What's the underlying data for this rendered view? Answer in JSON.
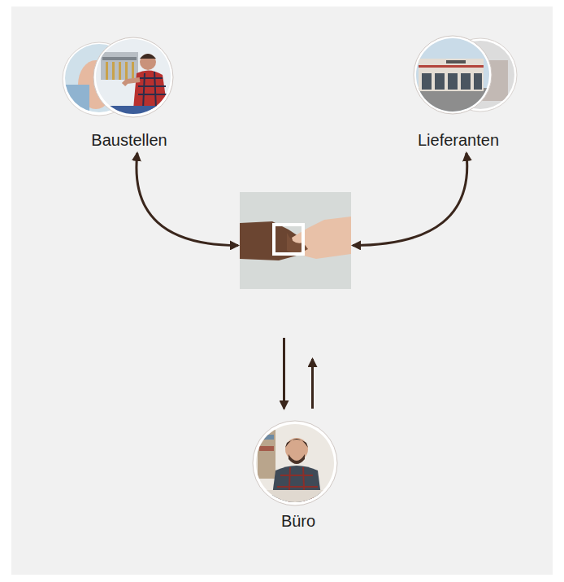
{
  "diagram": {
    "nodes": [
      {
        "text": [
          "Baustellen"
        ]
      },
      {
        "text": [
          "Lieferanten"
        ]
      },
      {
        "text": []
      },
      {
        "text": [
          "Büro"
        ]
      }
    ],
    "edges": [
      {
        "from": 0,
        "to": 2,
        "arrow": "both"
      },
      {
        "from": 1,
        "to": 2,
        "arrow": "both"
      },
      {
        "from": 2,
        "to": 3,
        "arrow": "to"
      },
      {
        "from": 3,
        "to": 2,
        "arrow": "to"
      }
    ]
  }
}
